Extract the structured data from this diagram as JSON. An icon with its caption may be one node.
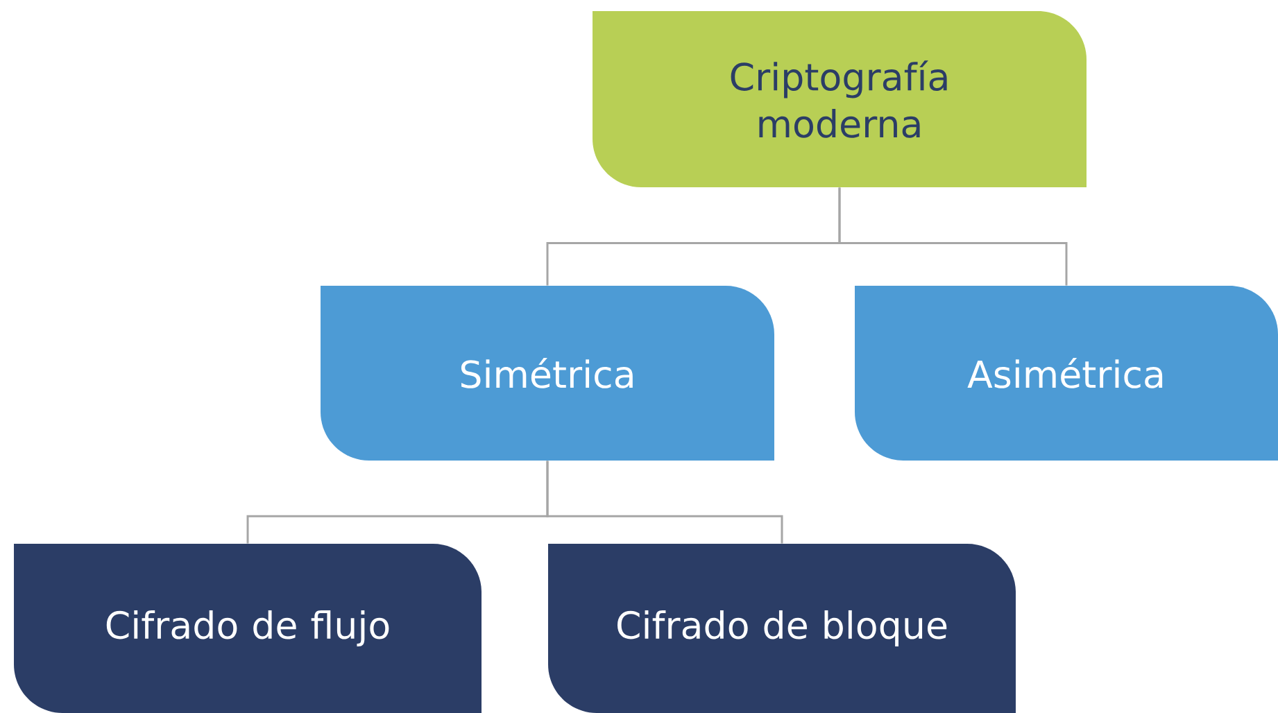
{
  "diagram": {
    "nodes": [
      {
        "text": [
          "Criptografía moderna"
        ]
      },
      {
        "text": [
          "Simétrica"
        ]
      },
      {
        "text": [
          "Asimétrica"
        ]
      },
      {
        "text": [
          "Cifrado de flujo"
        ]
      },
      {
        "text": [
          "Cifrado de bloque"
        ]
      }
    ],
    "edges": [
      {
        "from": 0,
        "to": 1,
        "arrow": "none"
      },
      {
        "from": 0,
        "to": 2,
        "arrow": "none"
      },
      {
        "from": 1,
        "to": 3,
        "arrow": "none"
      },
      {
        "from": 1,
        "to": 4,
        "arrow": "none"
      }
    ]
  }
}
